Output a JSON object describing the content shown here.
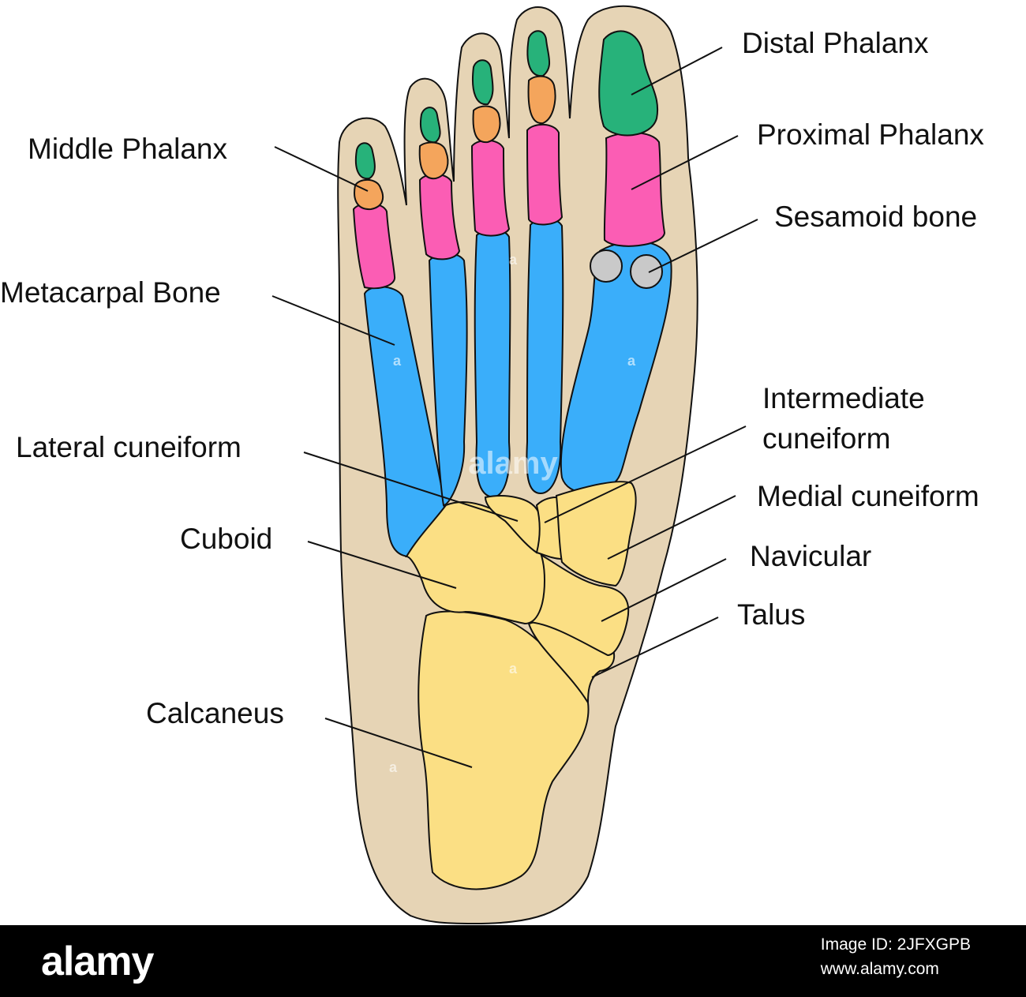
{
  "labels": {
    "distal_phalanx": "Distal Phalanx",
    "proximal_phalanx": "Proximal Phalanx",
    "sesamoid_bone": "Sesamoid bone",
    "middle_phalanx": "Middle Phalanx",
    "metacarpal_bone": "Metacarpal Bone",
    "intermediate_cuneiform_line1": "Intermediate",
    "intermediate_cuneiform_line2": "cuneiform",
    "lateral_cuneiform": "Lateral cuneiform",
    "medial_cuneiform": "Medial cuneiform",
    "cuboid": "Cuboid",
    "navicular": "Navicular",
    "talus": "Talus",
    "calcaneus": "Calcaneus"
  },
  "watermark": {
    "center_text": "alamy",
    "small_mark": "a"
  },
  "footer": {
    "brand": "alamy",
    "image_id": "Image ID: 2JFXGPB",
    "url": "www.alamy.com"
  },
  "colors": {
    "skin": "#e6d4b5",
    "distal_phalanx": "#27b27a",
    "middle_phalanx": "#f4a55c",
    "proximal_phalanx": "#fb5db4",
    "metatarsal": "#3aaefa",
    "sesamoid": "#c9c9c9",
    "tarsal": "#fbdf84",
    "outline": "#111111"
  }
}
